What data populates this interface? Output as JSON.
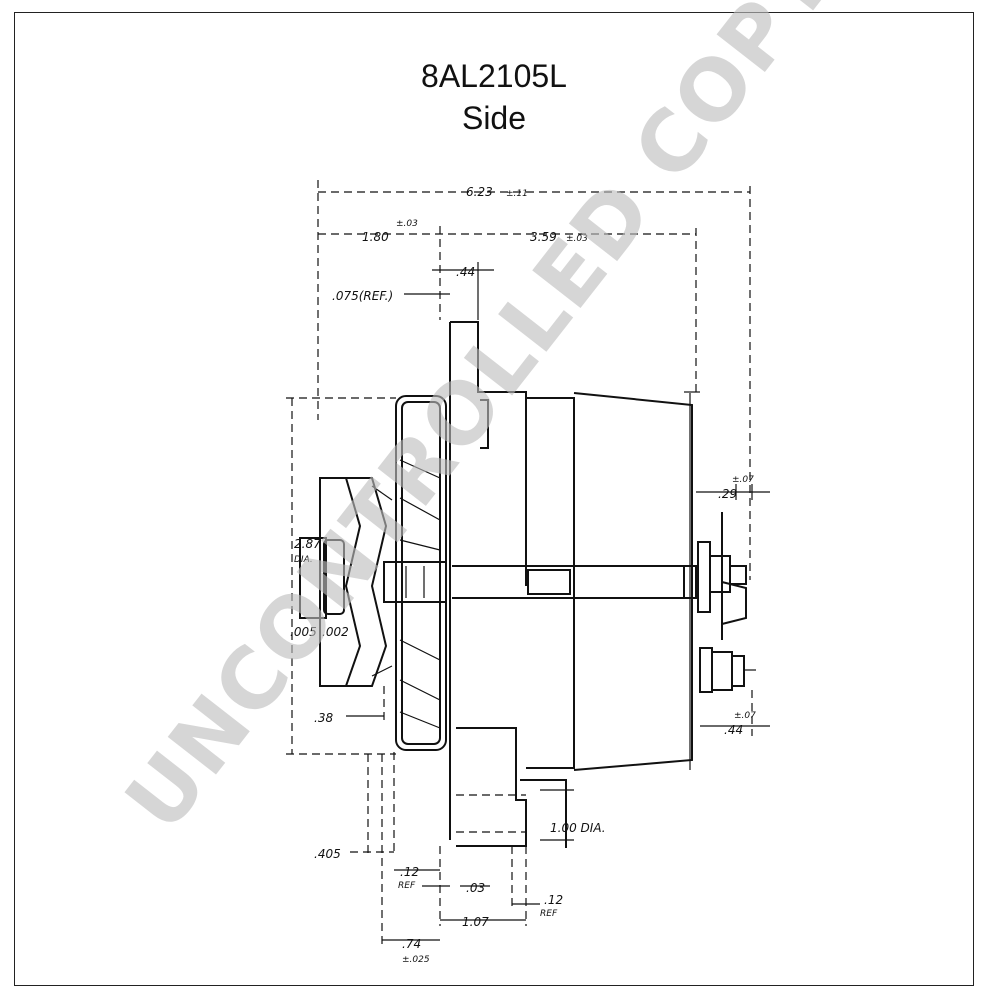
{
  "header": {
    "model": "8AL2105L",
    "view": "Side"
  },
  "watermark": "UNCONTROLLED COPY",
  "dimensions": {
    "overall_length": "6.23",
    "overall_length_tol": "±.11",
    "front_length": "1.80",
    "front_length_tol": "±.03",
    "rear_length": "3.59",
    "rear_length_tol": "±.03",
    "flange_thickness": ".44",
    "flange_ref": ".075(REF.)",
    "pulley_dia_value": "2.87",
    "pulley_dia_label": "DIA.",
    "left_dim_a": ".005",
    "left_dim_b": ".002",
    "hub_offset": ".38",
    "bottom_offset": ".405",
    "ref_a_value": ".12",
    "ref_a_label": "REF",
    "gap": ".03",
    "mount_length": "1.07",
    "ref_b_value": ".12",
    "ref_b_label": "REF",
    "mount_dia": "1.00 DIA.",
    "pulley_offset": ".74",
    "pulley_offset_tol": "±.025",
    "terminal_top": ".29",
    "terminal_top_tol": "±.07",
    "terminal_bottom": ".44",
    "terminal_bottom_tol": "±.07"
  }
}
